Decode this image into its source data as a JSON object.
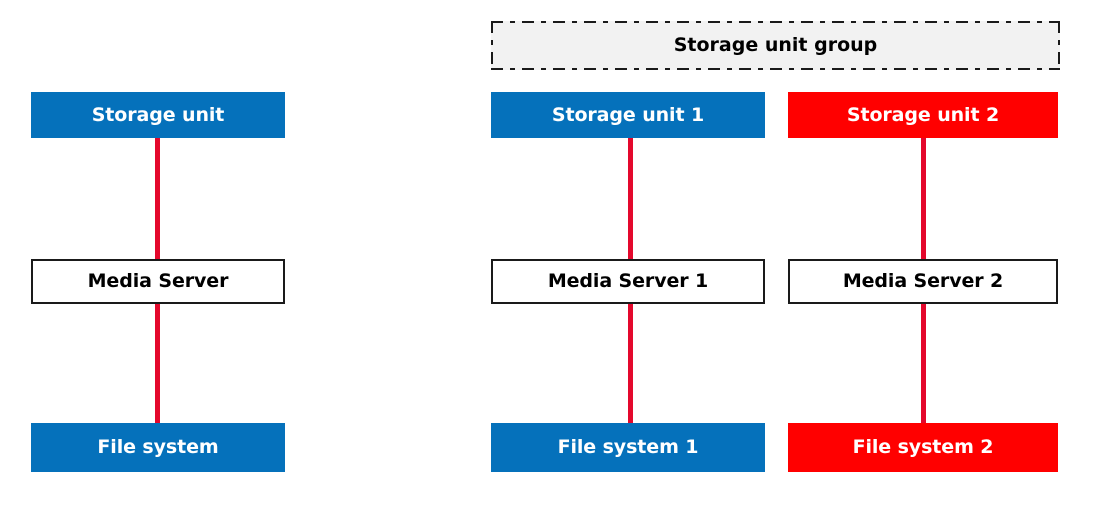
{
  "diagram": {
    "title_visible": false,
    "colors": {
      "blue": "#0571BB",
      "red": "#FF0000",
      "connector_red": "#E4082C",
      "group_fill": "#F2F2F2",
      "border_black": "#1A1A1A",
      "text_light": "#FFFFFF",
      "text_dark": "#000000",
      "background": "#FFFFFF"
    },
    "left_panel": {
      "storage_unit": "Storage unit",
      "media_server": "Media Server",
      "file_system": "File system"
    },
    "right_panel": {
      "group_label": "Storage unit group",
      "column_1": {
        "storage_unit": "Storage unit 1",
        "media_server": "Media Server 1",
        "file_system": "File system 1"
      },
      "column_2": {
        "storage_unit": "Storage unit 2",
        "media_server": "Media Server 2",
        "file_system": "File system 2"
      }
    }
  }
}
